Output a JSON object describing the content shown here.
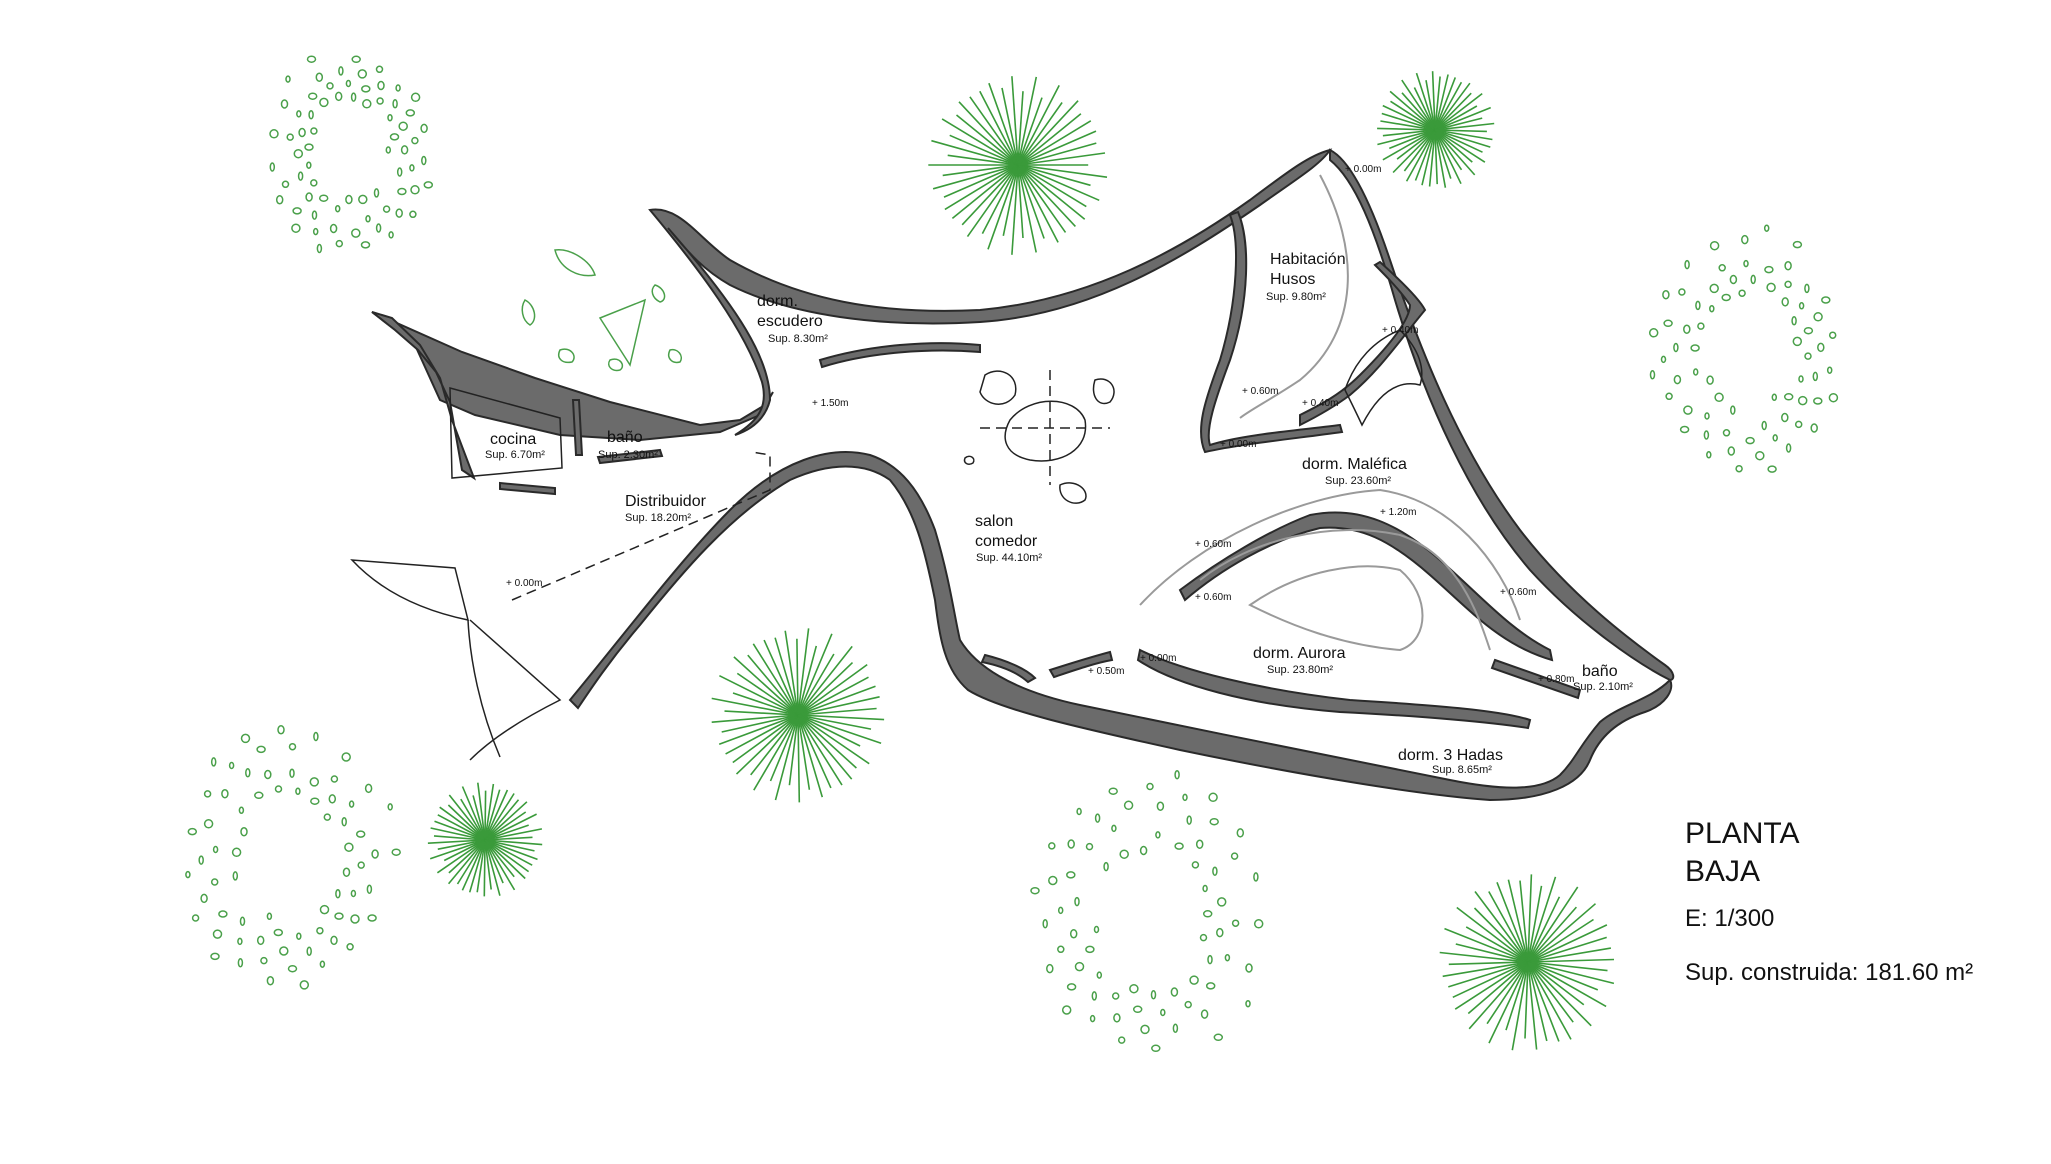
{
  "rooms": {
    "escudero": {
      "name": [
        "dorm.",
        "escudero"
      ],
      "area": "Sup. 8.30m²"
    },
    "cocina": {
      "name": [
        "cocina"
      ],
      "area": "Sup. 6.70m²"
    },
    "bano1": {
      "name": [
        "baño"
      ],
      "area": "Sup. 2.30m²"
    },
    "distribuidor": {
      "name": [
        "Distribuidor"
      ],
      "area": "Sup. 18.20m²"
    },
    "salon": {
      "name": [
        "salon",
        "comedor"
      ],
      "area": "Sup. 44.10m²"
    },
    "husos": {
      "name": [
        "Habitación",
        "Husos"
      ],
      "area": "Sup. 9.80m²"
    },
    "malefica": {
      "name": [
        "dorm. Maléfica"
      ],
      "area": "Sup. 23.60m²"
    },
    "aurora": {
      "name": [
        "dorm. Aurora"
      ],
      "area": "Sup. 23.80m²"
    },
    "bano2": {
      "name": [
        "baño"
      ],
      "area": "Sup. 2.10m²"
    },
    "hadas": {
      "name": [
        "dorm. 3 Hadas"
      ],
      "area": "Sup. 8.65m²"
    }
  },
  "levels": [
    "+ 0.00m",
    "+ 1.50m",
    "+ 0.00m",
    "+ 0.40m",
    "+ 0.60m",
    "+ 0.40m",
    "+ 0.00m",
    "+ 1.20m",
    "+ 0.60m",
    "+ 0.60m",
    "+ 0.60m",
    "+ 0.00m",
    "+ 0.50m",
    "+ 0.80m"
  ],
  "legend": {
    "title_line1": "PLANTA",
    "title_line2": "BAJA",
    "scale": "E: 1/300",
    "built_area": "Sup. construida: 181.60 m²"
  },
  "colors": {
    "wall": "#6b6b6b",
    "tree": "#3a9a3a",
    "shrub": "#4aa04a"
  }
}
